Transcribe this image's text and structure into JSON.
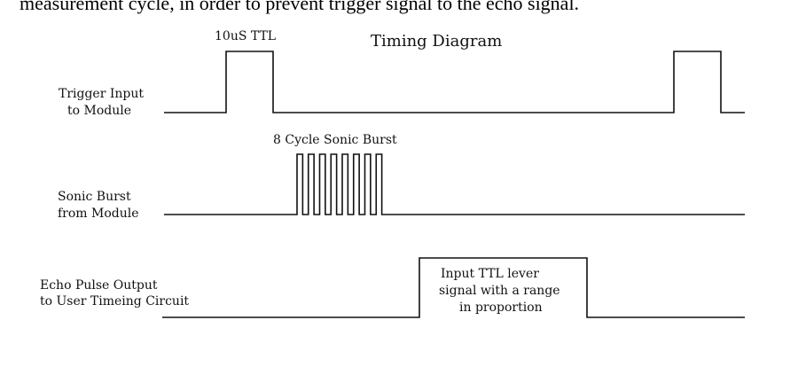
{
  "caption": "measurement cycle, in order to prevent trigger signal to the echo signal.",
  "diagram": {
    "title": "Timing Diagram",
    "pulse_label": "10uS TTL",
    "burst_label": "8 Cycle Sonic Burst",
    "burst_cycles": 8,
    "rows": [
      {
        "label_line1": "Trigger Input",
        "label_line2": "to Module"
      },
      {
        "label_line1": "Sonic Burst",
        "label_line2": "from Module"
      },
      {
        "label_line1": "Echo Pulse Output",
        "label_line2": "to User Timeing Circuit"
      }
    ],
    "echo_box_text": [
      "Input TTL lever",
      "signal with a range",
      "in proportion"
    ]
  }
}
